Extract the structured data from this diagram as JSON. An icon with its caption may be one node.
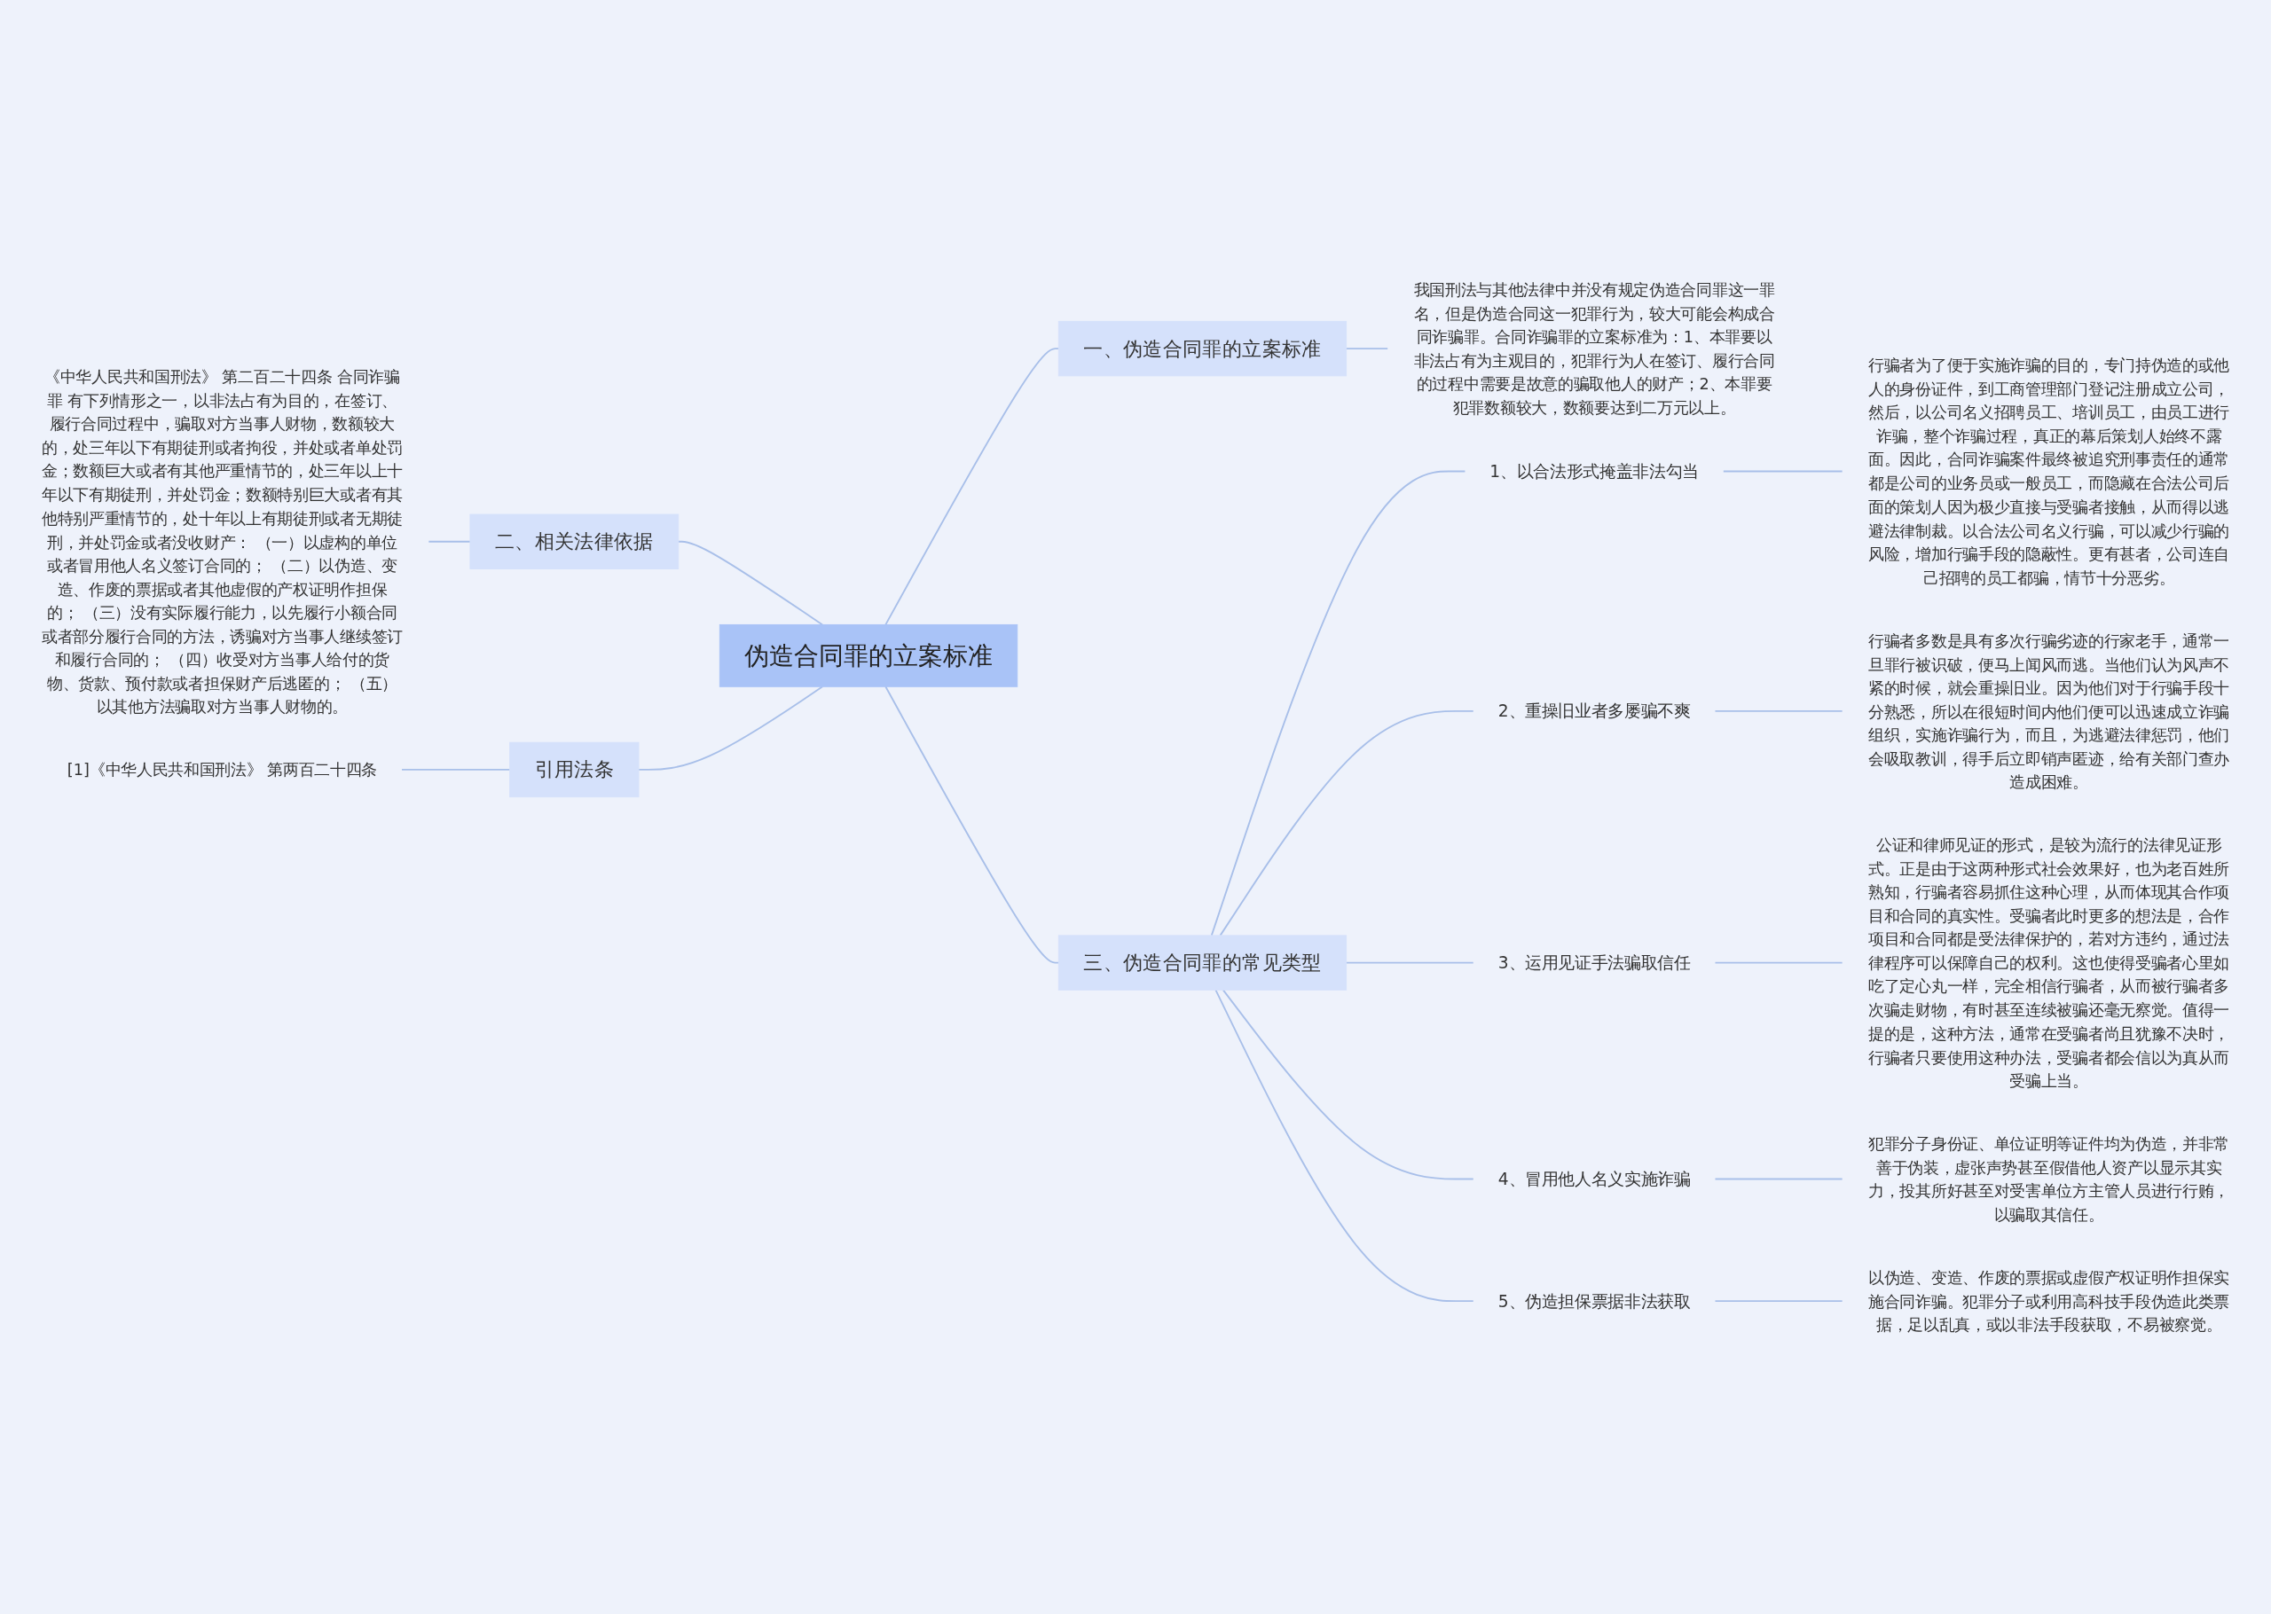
{
  "diagram": {
    "nodes": [
      {
        "text": [
          "伪造合同罪的立案标准"
        ]
      },
      {
        "text": [
          "一、伪造合同罪的立案标准"
        ]
      },
      {
        "text": [
          "我国刑法与其他法律中并没有规定伪造合同罪这一罪名，但是伪造合同这一犯罪行为，较大可能会构成合同诈骗罪。合同诈骗罪的立案标准为：1、本罪要以非法占有为主观目的，犯罪行为人在签订、履行合同的过程中需要是故意的骗取他人的财产；2、本罪要犯罪数额较大，数额要达到二万元以上。"
        ]
      },
      {
        "text": [
          "三、伪造合同罪的常见类型"
        ]
      },
      {
        "text": [
          "1、以合法形式掩盖非法勾当"
        ]
      },
      {
        "text": [
          "行骗者为了便于实施诈骗的目的，专门持伪造的或他人的身份证件，到工商管理部门登记注册成立公司，然后，以公司名义招聘员工、培训员工，由员工进行诈骗，整个诈骗过程，真正的幕后策划人始终不露面。因此，合同诈骗案件最终被追究刑事责任的通常都是公司的业务员或一般员工，而隐藏在合法公司后面的策划人因为极少直接与受骗者接触，从而得以逃避法律制裁。以合法公司名义行骗，可以减少行骗的风险，增加行骗手段的隐蔽性。更有甚者，公司连自己招聘的员工都骗，情节十分恶劣。"
        ]
      },
      {
        "text": [
          "2、重操旧业者多屡骗不爽"
        ]
      },
      {
        "text": [
          "行骗者多数是具有多次行骗劣迹的行家老手，通常一旦罪行被识破，便马上闻风而逃。当他们认为风声不紧的时候，就会重操旧业。因为他们对于行骗手段十分熟悉，所以在很短时间内他们便可以迅速成立诈骗组织，实施诈骗行为，而且，为逃避法律惩罚，他们会吸取教训，得手后立即销声匿迹，给有关部门查办造成困难。"
        ]
      },
      {
        "text": [
          "3、运用见证手法骗取信任"
        ]
      },
      {
        "text": [
          "公证和律师见证的形式，是较为流行的法律见证形式。正是由于这两种形式社会效果好，也为老百姓所熟知，行骗者容易抓住这种心理，从而体现其合作项目和合同的真实性。受骗者此时更多的想法是，合作项目和合同都是受法律保护的，若对方违约，通过法律程序可以保障自己的权利。这也使得受骗者心里如吃了定心丸一样，完全相信行骗者，从而被行骗者多次骗走财物，有时甚至连续被骗还毫无察觉。值得一提的是，这种方法，通常在受骗者尚且犹豫不决时，行骗者只要使用这种办法，受骗者都会信以为真从而受骗上当。"
        ]
      },
      {
        "text": [
          "4、冒用他人名义实施诈骗"
        ]
      },
      {
        "text": [
          "犯罪分子身份证、单位证明等证件均为伪造，并非常善于伪装，虚张声势甚至假借他人资产以显示其实力，投其所好甚至对受害单位方主管人员进行行贿，以骗取其信任。"
        ]
      },
      {
        "text": [
          "5、伪造担保票据非法获取"
        ]
      },
      {
        "text": [
          "以伪造、变造、作废的票据或虚假产权证明作担保实施合同诈骗。犯罪分子或利用高科技手段伪造此类票据，足以乱真，或以非法手段获取，不易被察觉。"
        ]
      },
      {
        "text": [
          "二、相关法律依据"
        ]
      },
      {
        "text": [
          "《中华人民共和国刑法》 第二百二十四条 合同诈骗罪 有下列情形之一，以非法占有为目的，在签订、履行合同过程中，骗取对方当事人财物，数额较大的，处三年以下有期徒刑或者拘役，并处或者单处罚金；数额巨大或者有其他严重情节的，处三年以上十年以下有期徒刑，并处罚金；数额特别巨大或者有其他特别严重情节的，处十年以上有期徒刑或者无期徒刑，并处罚金或者没收财产： （一）以虚构的单位或者冒用他人名义签订合同的； （二）以伪造、变造、作废的票据或者其他虚假的产权证明作担保的； （三）没有实际履行能力，以先履行小额合同或者部分履行合同的方法，诱骗对方当事人继续签订和履行合同的； （四）收受对方当事人给付的货物、货款、预付款或者担保财产后逃匿的； （五）以其他方法骗取对方当事人财物的。"
        ]
      },
      {
        "text": [
          "引用法条"
        ]
      },
      {
        "text": [
          "[1]《中华人民共和国刑法》 第两百二十四条"
        ]
      }
    ],
    "edges": [
      {
        "from": 0,
        "to": 1,
        "arrow": "none"
      },
      {
        "from": 1,
        "to": 2,
        "arrow": "none"
      },
      {
        "from": 0,
        "to": 3,
        "arrow": "none"
      },
      {
        "from": 3,
        "to": 4,
        "arrow": "none"
      },
      {
        "from": 4,
        "to": 5,
        "arrow": "none"
      },
      {
        "from": 3,
        "to": 6,
        "arrow": "none"
      },
      {
        "from": 6,
        "to": 7,
        "arrow": "none"
      },
      {
        "from": 3,
        "to": 8,
        "arrow": "none"
      },
      {
        "from": 8,
        "to": 9,
        "arrow": "none"
      },
      {
        "from": 3,
        "to": 10,
        "arrow": "none"
      },
      {
        "from": 10,
        "to": 11,
        "arrow": "none"
      },
      {
        "from": 3,
        "to": 12,
        "arrow": "none"
      },
      {
        "from": 12,
        "to": 13,
        "arrow": "none"
      },
      {
        "from": 0,
        "to": 14,
        "arrow": "none"
      },
      {
        "from": 14,
        "to": 15,
        "arrow": "none"
      },
      {
        "from": 0,
        "to": 16,
        "arrow": "none"
      },
      {
        "from": 16,
        "to": 17,
        "arrow": "none"
      }
    ]
  }
}
